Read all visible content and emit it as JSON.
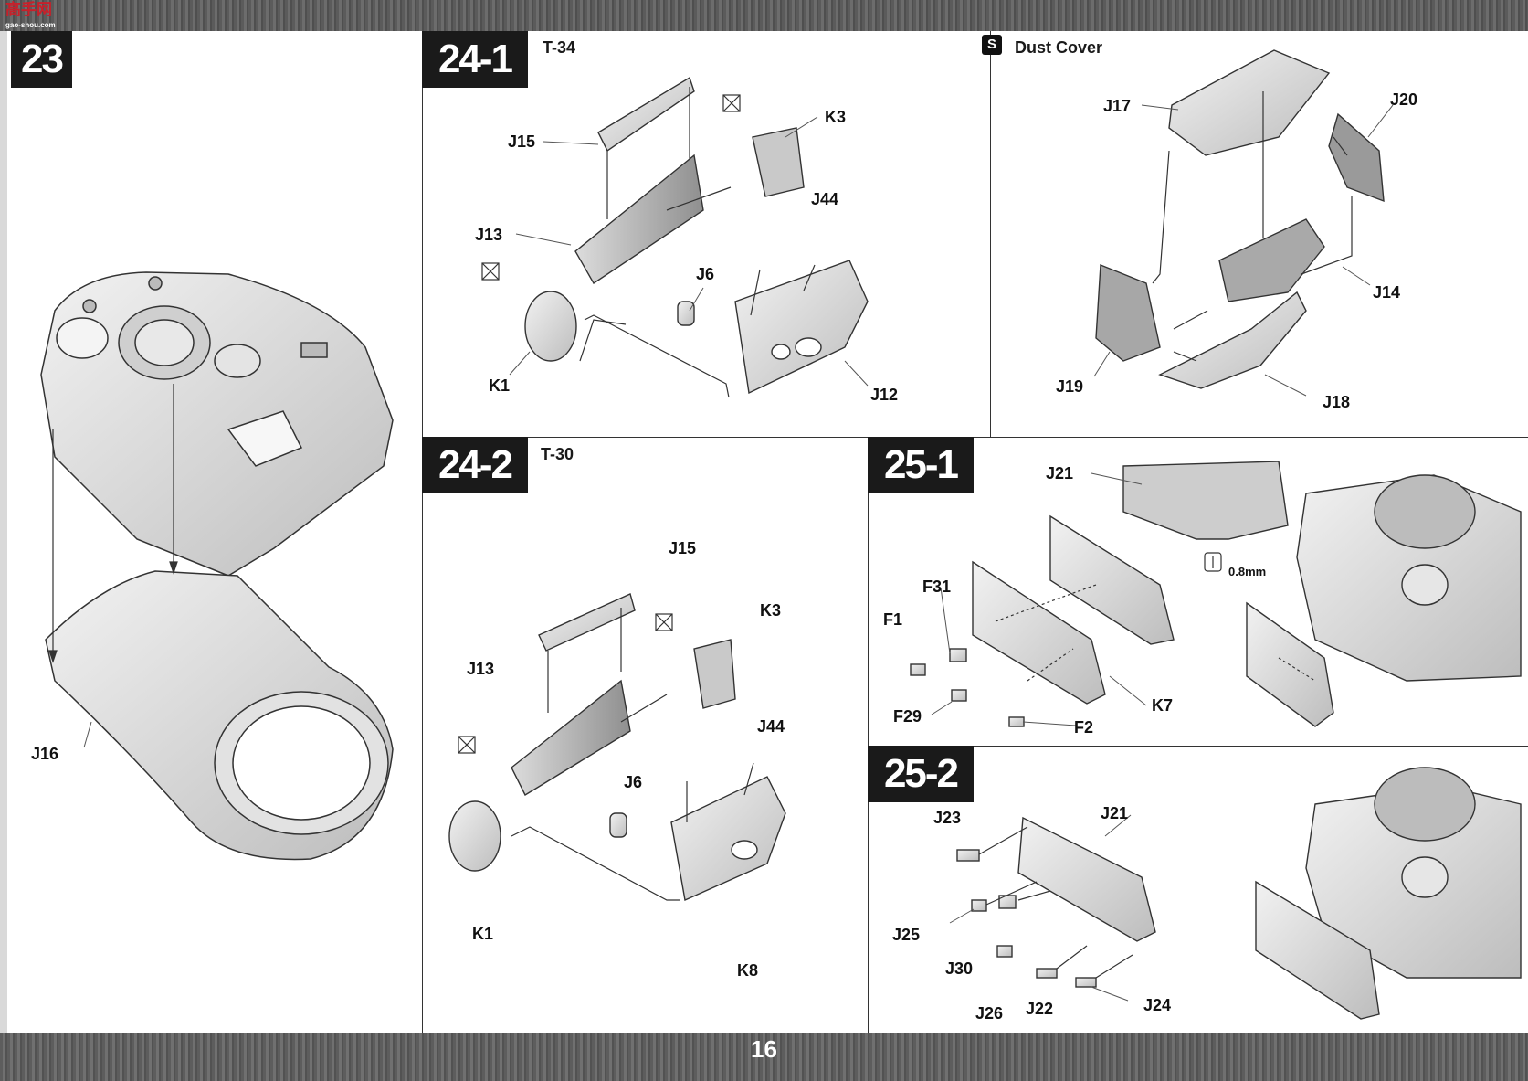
{
  "watermark": "gao-shou.com",
  "page_number": "16",
  "steps": {
    "s23": "23",
    "s24_1": "24-1",
    "s24_1_sub": "T-34",
    "s24_2": "24-2",
    "s24_2_sub": "T-30",
    "s25_1": "25-1",
    "s25_2": "25-2"
  },
  "dust_cover": "Dust Cover",
  "labels": {
    "j16": "J16",
    "a_j15": "J15",
    "a_j13": "J13",
    "a_k1": "K1",
    "a_j6": "J6",
    "a_k3": "K3",
    "a_j44": "J44",
    "a_j12": "J12",
    "b_j15": "J15",
    "b_j13": "J13",
    "b_k1": "K1",
    "b_j6": "J6",
    "b_k3": "K3",
    "b_j44": "J44",
    "b_k8": "K8",
    "d_j17": "J17",
    "d_j20": "J20",
    "d_j14": "J14",
    "d_j19": "J19",
    "d_j18": "J18",
    "c_j21": "J21",
    "c_f31": "F31",
    "c_f1": "F1",
    "c_f29": "F29",
    "c_f2": "F2",
    "c_k7": "K7",
    "c_drill": "0.8mm",
    "e_j23": "J23",
    "e_j21": "J21",
    "e_j25": "J25",
    "e_j30": "J30",
    "e_j26": "J26",
    "e_j22": "J22",
    "e_j24": "J24"
  }
}
